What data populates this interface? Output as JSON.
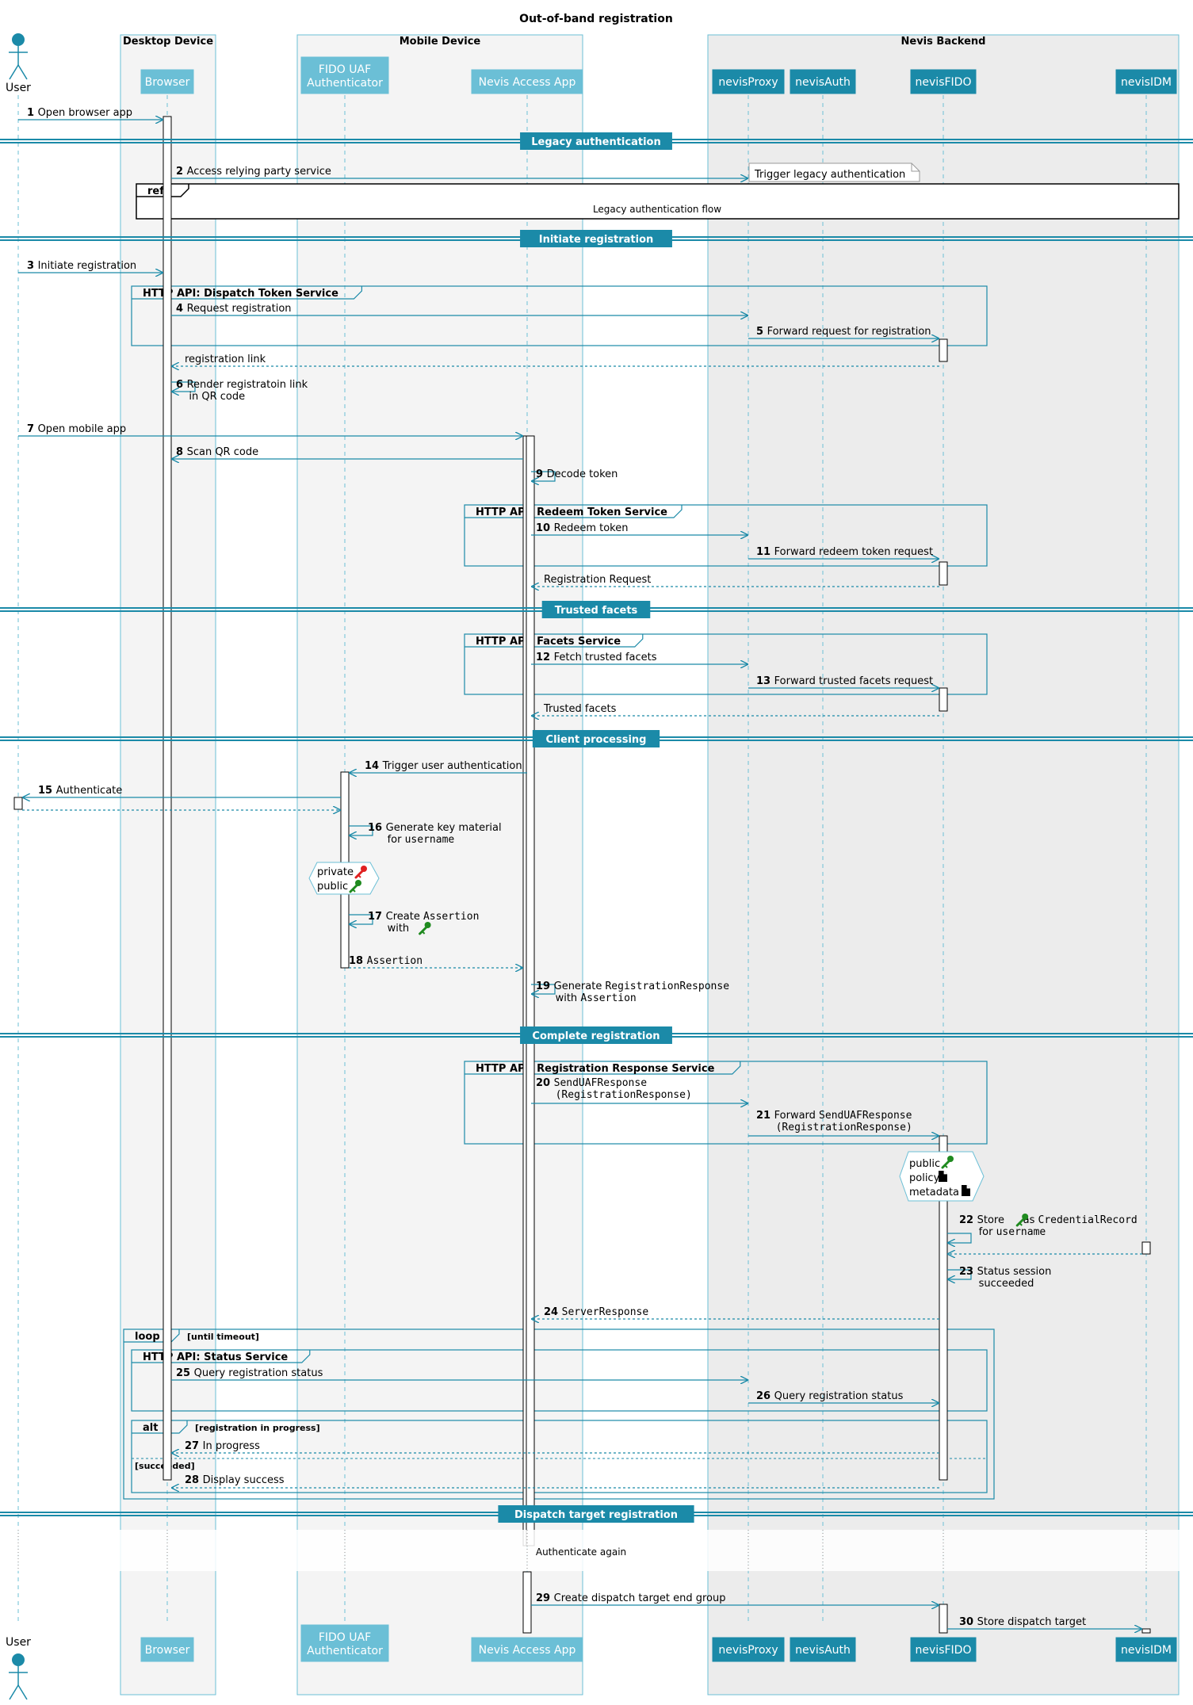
{
  "title": "Out-of-band registration",
  "colors": {
    "primary": "#1b8aa8",
    "light": "#6bbfd6",
    "box_bg": "#f4f4f4",
    "backend_bg": "#ececec",
    "key_private": "#e02020",
    "key_public": "#1f8a1f"
  },
  "boxes": [
    {
      "label": "Desktop Device"
    },
    {
      "label": "Mobile Device"
    },
    {
      "label": "Nevis Backend"
    }
  ],
  "participants": [
    {
      "id": "user",
      "label": "User",
      "type": "actor"
    },
    {
      "id": "browser",
      "label": "Browser",
      "type": "light"
    },
    {
      "id": "fido",
      "label": "FIDO UAF\nAuthenticator",
      "type": "light"
    },
    {
      "id": "app",
      "label": "Nevis Access App",
      "type": "light"
    },
    {
      "id": "proxy",
      "label": "nevisProxy",
      "type": "dark"
    },
    {
      "id": "auth",
      "label": "nevisAuth",
      "type": "dark"
    },
    {
      "id": "nfido",
      "label": "nevisFIDO",
      "type": "dark"
    },
    {
      "id": "idm",
      "label": "nevisIDM",
      "type": "dark"
    }
  ],
  "dividers": [
    "Legacy authentication",
    "Initiate registration",
    "Trusted facets",
    "Client processing",
    "Complete registration",
    "Dispatch target registration"
  ],
  "groups": [
    {
      "label": "HTTP API: Dispatch Token Service"
    },
    {
      "label": "HTTP API: Redeem Token Service"
    },
    {
      "label": "HTTP API: Facets Service"
    },
    {
      "label": "HTTP API: Registration Response Service"
    },
    {
      "label": "loop",
      "condition": "[until timeout]"
    },
    {
      "label": "HTTP API: Status Service"
    },
    {
      "label": "alt",
      "condition": "[registration in progress]",
      "else": "[succeeded]"
    }
  ],
  "ref": {
    "label": "ref",
    "text": "Legacy authentication flow"
  },
  "note": "Trigger legacy authentication",
  "hexagons": [
    {
      "lines": [
        "private",
        "public"
      ]
    },
    {
      "lines": [
        "public",
        "policy",
        "metadata"
      ]
    }
  ],
  "delay": "Authenticate again",
  "messages": [
    {
      "num": "1",
      "text": [
        "Open browser app"
      ]
    },
    {
      "num": "2",
      "text": [
        "Access relying party service"
      ]
    },
    {
      "num": "3",
      "text": [
        "Initiate registration"
      ]
    },
    {
      "num": "4",
      "text": [
        "Request registration"
      ]
    },
    {
      "num": "5",
      "text": [
        "Forward request for registration"
      ]
    },
    {
      "num": "",
      "text": [
        "registration link"
      ]
    },
    {
      "num": "6",
      "text": [
        "Render registratoin link",
        "in QR code"
      ]
    },
    {
      "num": "7",
      "text": [
        "Open mobile app"
      ]
    },
    {
      "num": "8",
      "text": [
        "Scan QR code"
      ]
    },
    {
      "num": "9",
      "text": [
        "Decode token"
      ]
    },
    {
      "num": "10",
      "text": [
        "Redeem token"
      ]
    },
    {
      "num": "11",
      "text": [
        "Forward redeem token request"
      ]
    },
    {
      "num": "",
      "text": [
        "Registration Request"
      ]
    },
    {
      "num": "12",
      "text": [
        "Fetch trusted facets"
      ]
    },
    {
      "num": "13",
      "text": [
        "Forward trusted facets request"
      ]
    },
    {
      "num": "",
      "text": [
        "Trusted facets"
      ]
    },
    {
      "num": "14",
      "text": [
        "Trigger user authentication"
      ]
    },
    {
      "num": "15",
      "text": [
        "Authenticate"
      ]
    },
    {
      "num": "",
      "text": [
        ""
      ]
    },
    {
      "num": "16",
      "text": [
        "Generate key material",
        "for "
      ],
      "mono": [
        "",
        "username"
      ]
    },
    {
      "num": "17",
      "text": [
        "Create ",
        "with "
      ],
      "mono": [
        "Assertion",
        ""
      ]
    },
    {
      "num": "18",
      "text": [
        ""
      ],
      "mono": [
        "Assertion"
      ]
    },
    {
      "num": "19",
      "text": [
        "Generate ",
        "with "
      ],
      "mono": [
        "RegistrationResponse",
        "Assertion"
      ]
    },
    {
      "num": "20",
      "text": [
        "",
        ""
      ],
      "mono": [
        "SendUAFResponse",
        "(RegistrationResponse)"
      ]
    },
    {
      "num": "21",
      "text": [
        "Forward ",
        ""
      ],
      "mono": [
        "SendUAFResponse",
        "(RegistrationResponse)"
      ]
    },
    {
      "num": "22",
      "text": [
        "Store ",
        "for "
      ],
      "mono": [
        "CredentialRecord",
        "username"
      ],
      "mid": " as "
    },
    {
      "num": "",
      "text": [
        ""
      ]
    },
    {
      "num": "23",
      "text": [
        "Status session",
        "succeeded"
      ]
    },
    {
      "num": "24",
      "text": [
        ""
      ],
      "mono": [
        "ServerResponse"
      ]
    },
    {
      "num": "25",
      "text": [
        "Query registration status"
      ]
    },
    {
      "num": "26",
      "text": [
        "Query registration status"
      ]
    },
    {
      "num": "27",
      "text": [
        "In progress"
      ]
    },
    {
      "num": "28",
      "text": [
        "Display success"
      ]
    },
    {
      "num": "29",
      "text": [
        "Create dispatch target end group"
      ]
    },
    {
      "num": "30",
      "text": [
        "Store dispatch target"
      ]
    }
  ]
}
